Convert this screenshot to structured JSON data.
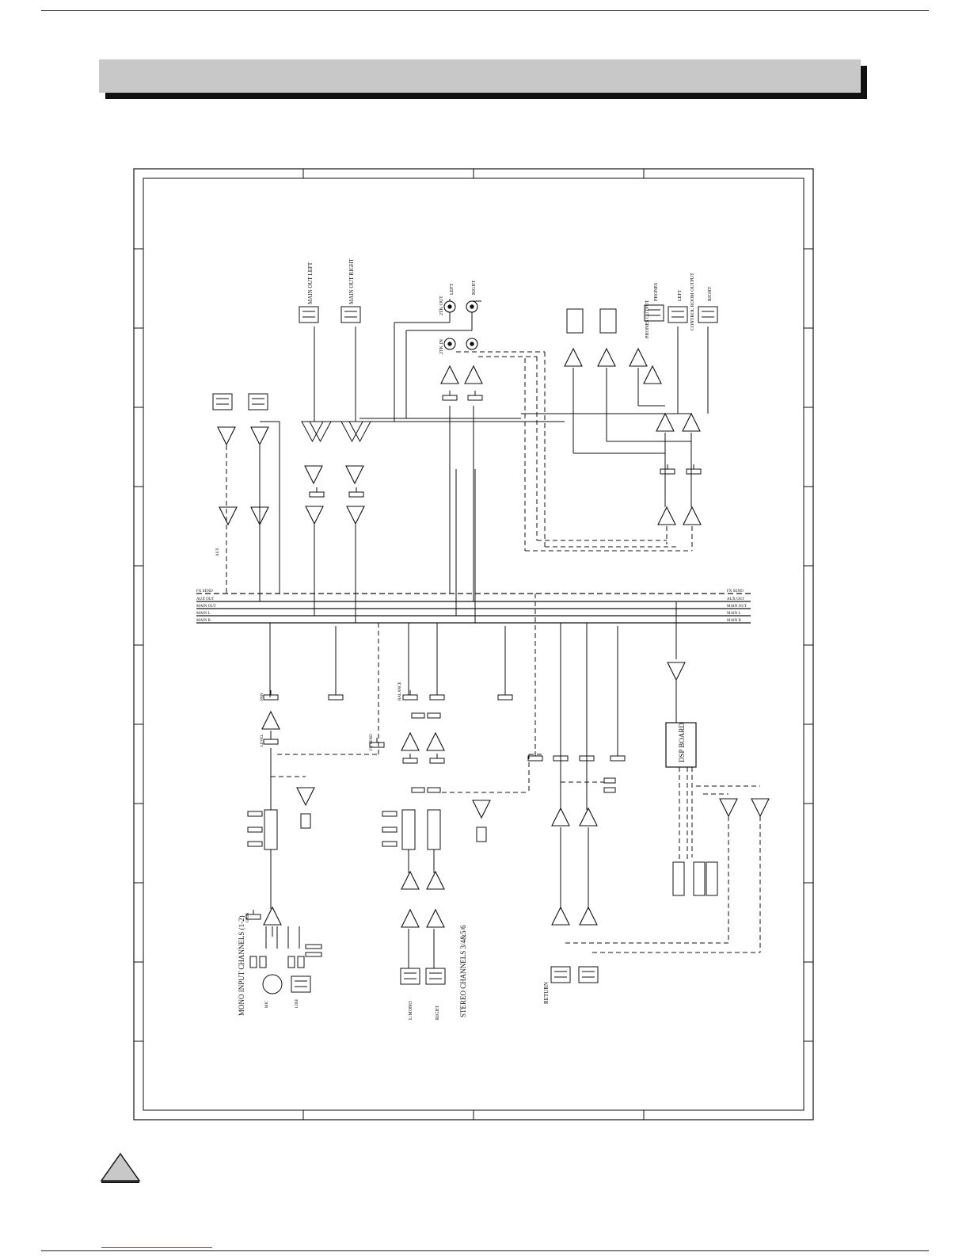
{
  "labels": {
    "mono_channels": "MONO INPUT CHANNELS (1-2)",
    "stereo_channels": "STEREO CHANNELS 3/4&5/6",
    "return": "RETURN",
    "dsp_board": "DSP BOARD",
    "main_left": "MAIN OUT LEFT",
    "main_right": "MAIN OUT RIGHT",
    "two_tk_out": "2TK OUT",
    "two_tk_in": "2TK IN",
    "left": "LEFT",
    "right": "RIGHT",
    "phones": "PHONES",
    "phones_output": "PHONES OUTPUT",
    "control_room": "CONTROL ROOM OUTPUT",
    "l_mono": "L/MONO",
    "mic": "MIC",
    "line": "LINE",
    "gain": "GAIN",
    "level": "LEVEL",
    "pan": "PAN",
    "balance": "BALANCE",
    "fx_send": "FX SEND",
    "aux": "AUX"
  },
  "bus_names": [
    "FX SEND",
    "AUX OUT",
    "MAIN OUT",
    "MAIN L",
    "MAIN R"
  ],
  "colors": {
    "ink": "#111111",
    "header": "#c8c8c8",
    "shadow": "#111111"
  }
}
